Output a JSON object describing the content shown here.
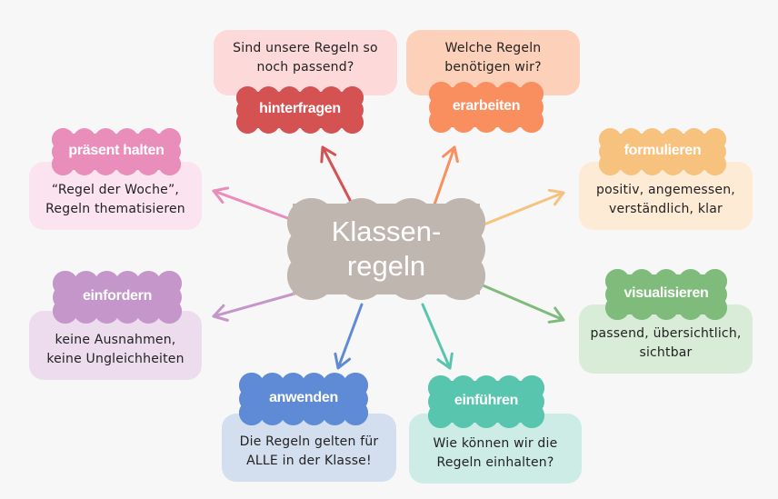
{
  "center": {
    "title": "Klassen-\nregeln",
    "color": "#c0b6b0"
  },
  "nodes": [
    {
      "id": "hinterfragen",
      "label": "hinterfragen",
      "text": "Sind unsere Regeln so\nnoch passend?",
      "cloud_color": "#d45252",
      "box_color": "#fdd9d9"
    },
    {
      "id": "erarbeiten",
      "label": "erarbeiten",
      "text": "Welche Regeln\nbenötigen wir?",
      "cloud_color": "#f98f5f",
      "box_color": "#fdd0b9"
    },
    {
      "id": "praesent-halten",
      "label": "präsent halten",
      "text": "“Regel der Woche”,\nRegeln thematisieren",
      "cloud_color": "#e98eba",
      "box_color": "#fbe4ef"
    },
    {
      "id": "formulieren",
      "label": "formulieren",
      "text": "positiv, angemessen,\nverständlich, klar",
      "cloud_color": "#f7c27e",
      "box_color": "#fdebd6"
    },
    {
      "id": "einfordern",
      "label": "einfordern",
      "text": "keine Ausnahmen,\nkeine Ungleichheiten",
      "cloud_color": "#c496c9",
      "box_color": "#ecdcee"
    },
    {
      "id": "visualisieren",
      "label": "visualisieren",
      "text": "passend, übersichtlich,\nsichtbar",
      "cloud_color": "#7fbc7b",
      "box_color": "#d9ecd7"
    },
    {
      "id": "anwenden",
      "label": "anwenden",
      "text": "Die Regeln gelten für\nALLE in der Klasse!",
      "cloud_color": "#5f8bd6",
      "box_color": "#d3deef"
    },
    {
      "id": "einfuehren",
      "label": "einführen",
      "text": "Wie können wir die\nRegeln einhalten?",
      "cloud_color": "#58c6ae",
      "box_color": "#cdece5"
    }
  ]
}
